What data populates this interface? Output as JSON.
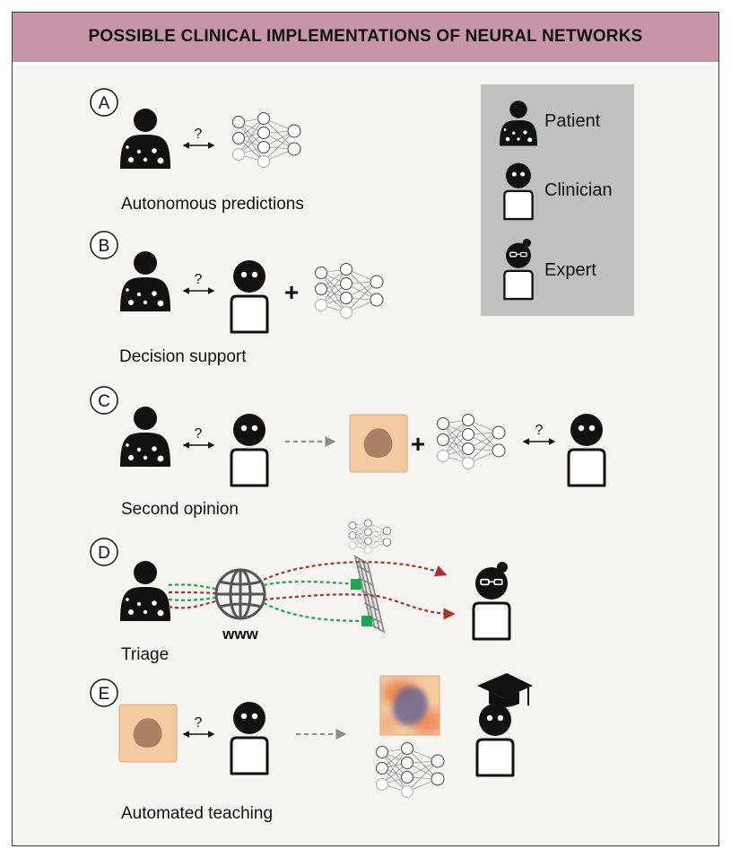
{
  "title": "POSSIBLE CLINICAL IMPLEMENTATIONS OF NEURAL NETWORKS",
  "legend": {
    "patient": "Patient",
    "clinician": "Clinician",
    "expert": "Expert"
  },
  "question_mark": "?",
  "plus_sign": "+",
  "www_label": "www",
  "sections": [
    {
      "letter": "A",
      "caption": "Autonomous predictions"
    },
    {
      "letter": "B",
      "caption": "Decision support"
    },
    {
      "letter": "C",
      "caption": "Second opinion"
    },
    {
      "letter": "D",
      "caption": "Triage"
    },
    {
      "letter": "E",
      "caption": "Automated teaching"
    }
  ],
  "colors": {
    "title_background": "#c896aa",
    "legend_background": "#bfc1c0",
    "lesion_skin": "#f4caa0",
    "lesion": "#a98263",
    "triage_green": "#1aa84a",
    "triage_red": "#a8342a",
    "arrow_gray": "#8c8c8c"
  }
}
